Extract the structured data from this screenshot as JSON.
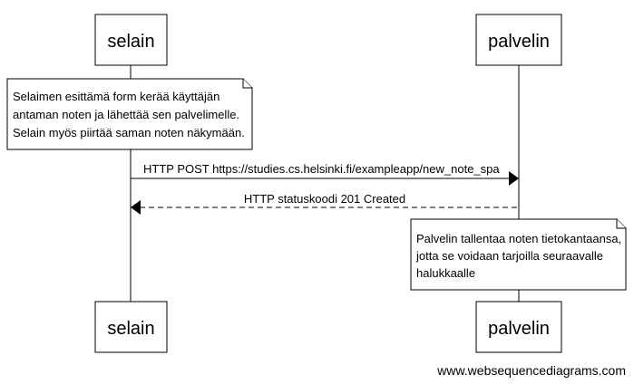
{
  "participants": {
    "selain": "selain",
    "palvelin": "palvelin"
  },
  "note_left": {
    "line1": "Selaimen esittämä form kerää käyttäjän",
    "line2": "antaman noten ja lähettää sen palvelimelle.",
    "line3": "Selain myös piirtää saman noten näkymään."
  },
  "messages": {
    "request": "HTTP POST https://studies.cs.helsinki.fi/exampleapp/new_note_spa",
    "response": "HTTP statuskoodi 201 Created"
  },
  "note_right": {
    "line1": "Palvelin tallentaa noten tietokantaansa,",
    "line2": "jotta se voidaan tarjoilla seuraavalle",
    "line3": "halukkaalle"
  },
  "watermark": "www.websequencediagrams.com"
}
